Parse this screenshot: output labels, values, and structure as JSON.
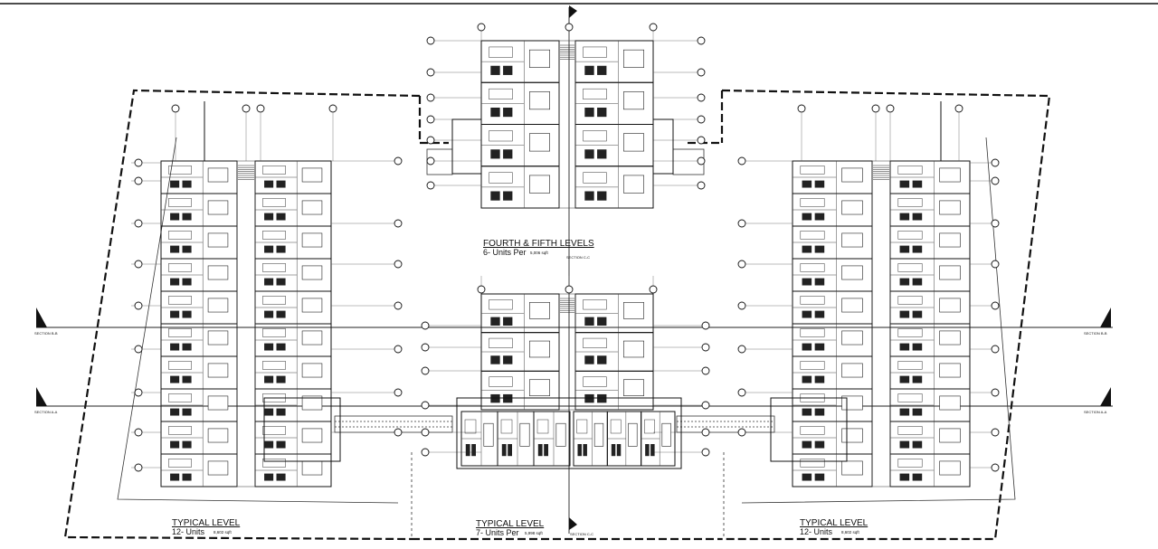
{
  "plans": [
    {
      "id": "left-typical",
      "title": "TYPICAL LEVEL",
      "units": "12- Units",
      "area": "8,602 sqft"
    },
    {
      "id": "center-typical",
      "title": "TYPICAL LEVEL",
      "units": "7- Units Per",
      "area": "5,998 sqft"
    },
    {
      "id": "right-typical",
      "title": "TYPICAL LEVEL",
      "units": "12- Units",
      "area": "8,602 sqft"
    },
    {
      "id": "center-upper",
      "title": "FOURTH & FIFTH LEVELS",
      "units": "6- Units Per",
      "area": "5,006 sqft"
    }
  ],
  "section_labels": {
    "left_bb": "SECTION B-B",
    "left_aa": "SECTION A-A",
    "right_bb": "SECTION B-B",
    "right_aa": "SECTION A-A",
    "center_cc_top": "SECTION C-C",
    "center_cc_bottom": "SECTION C-C"
  },
  "colors": {
    "line": "#111111",
    "background": "#ffffff",
    "hatch": "#555555"
  }
}
